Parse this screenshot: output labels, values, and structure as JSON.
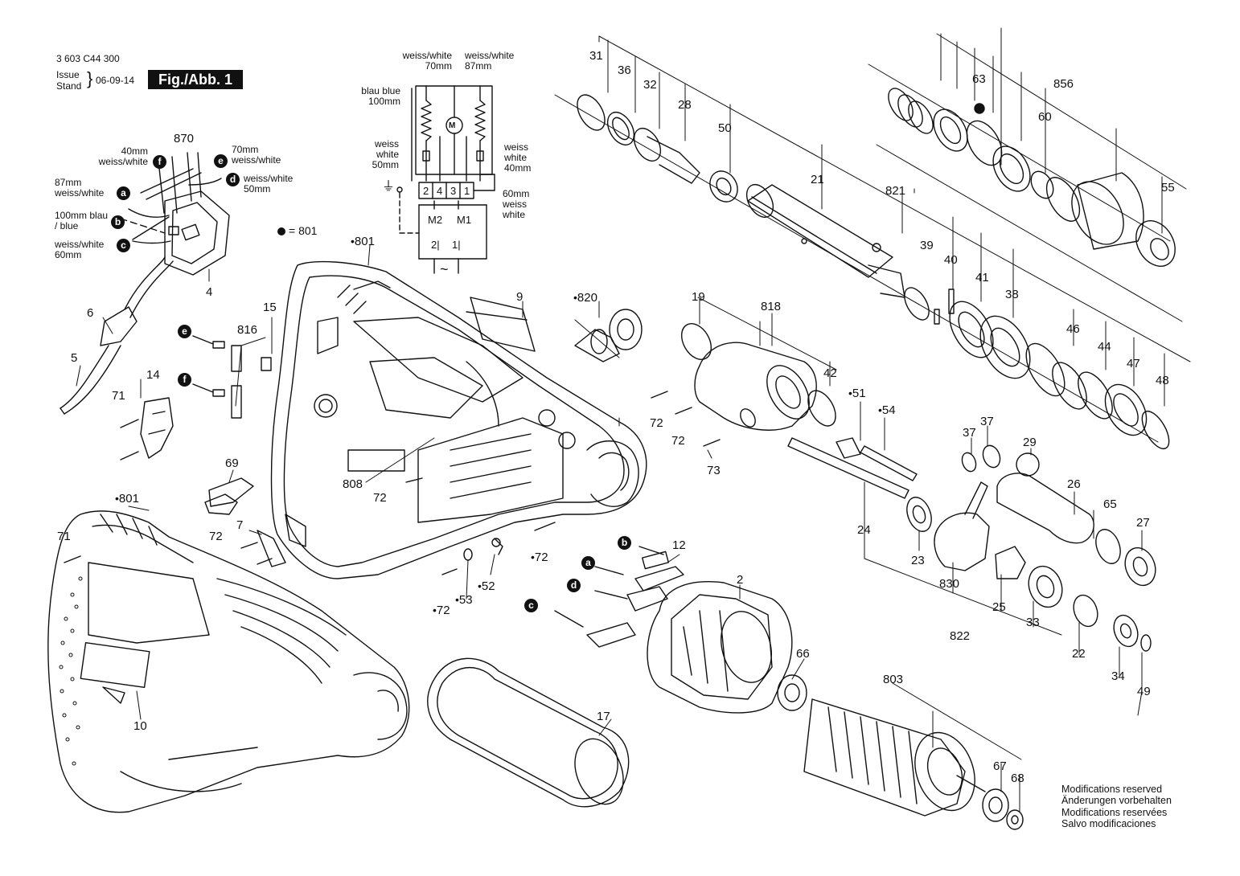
{
  "header": {
    "document_number": "3 603 C44 300",
    "issue_label": "Issue Stand",
    "issue_date": "06-09-14",
    "figure_label": "Fig./Abb. 1"
  },
  "legend": {
    "marker": "●",
    "text": "= 801"
  },
  "footer": {
    "modifications": [
      "Modifications reserved",
      "Änderungen vorbehalten",
      "Modifications reservées",
      "Salvo modificaciones"
    ]
  },
  "wiring_diagram": {
    "wire_70mm": "weiss/white 70mm",
    "wire_87mm": "weiss/white 87mm",
    "wire_blue": "blau blue 100mm",
    "wire_white_50": "weiss white 50mm",
    "wire_white_40": "weiss white 40mm",
    "wire_white_60": "60mm weiss white",
    "motor": "M",
    "terminals": [
      "2",
      "4",
      "3",
      "1"
    ],
    "m2": "M2",
    "m1": "M1",
    "in2": "2|",
    "in1": "1|",
    "ground": "⏚",
    "ac": "~"
  },
  "switch_labels": {
    "f": "40mm weiss/white",
    "e": "70mm weiss/white",
    "d": "weiss/white 50mm",
    "a": "87mm weiss/white",
    "b": "100mm blau / blue",
    "c": "weiss/white 60mm"
  },
  "badges": [
    "a",
    "b",
    "c",
    "d",
    "e",
    "f"
  ],
  "part_numbers": [
    "870",
    "4",
    "6",
    "5",
    "15",
    "816",
    "14",
    "71",
    "69",
    "9",
    "820",
    "808",
    "72",
    "7",
    "52",
    "53",
    "12",
    "2",
    "17",
    "10",
    "801",
    "31",
    "36",
    "32",
    "28",
    "50",
    "21",
    "63",
    "856",
    "60",
    "55",
    "821",
    "39",
    "40",
    "41",
    "38",
    "19",
    "818",
    "42",
    "51",
    "54",
    "73",
    "46",
    "44",
    "47",
    "48",
    "37",
    "29",
    "26",
    "65",
    "27",
    "24",
    "23",
    "830",
    "25",
    "33",
    "22",
    "34",
    "49",
    "822",
    "66",
    "803",
    "67",
    "68"
  ],
  "colors": {
    "ink": "#111111",
    "paper": "#ffffff"
  }
}
